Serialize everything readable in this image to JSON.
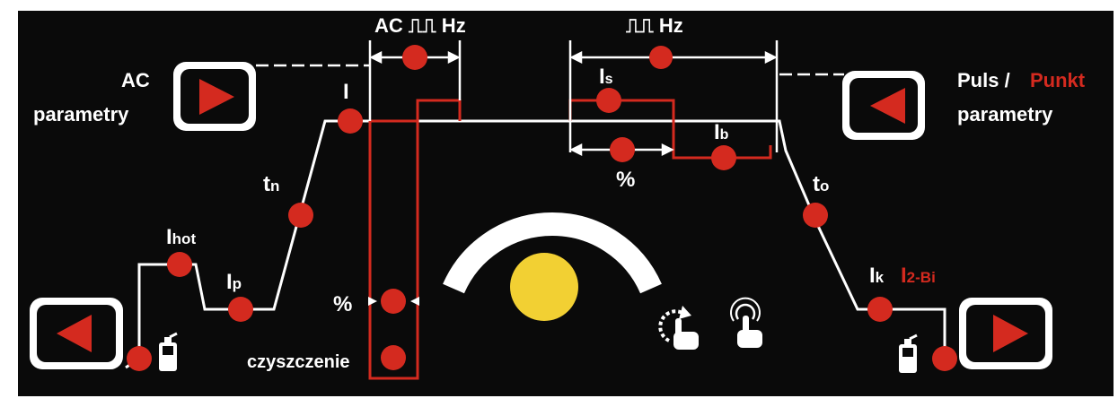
{
  "colors": {
    "background": "#0a0a0a",
    "line": "#ffffff",
    "accent": "#d42a1f",
    "encoder": "#f2d033"
  },
  "labels": {
    "ac_hz": "AC ⎍⎍ Hz",
    "puls_hz": "⎍⎍ Hz",
    "ac_params_line1": "AC",
    "ac_params_line2": "parametry",
    "puls": "Puls /",
    "punkt": "Punkt",
    "puls_params_line2": "parametry",
    "i_main": "I",
    "i_s_main": "I",
    "i_s_sub": "s",
    "i_b_main": "I",
    "i_b_sub": "b",
    "t_n_main": "t",
    "t_n_sub": "n",
    "t_o_main": "t",
    "t_o_sub": "o",
    "i_hot_main": "I",
    "i_hot_sub": "hot",
    "i_p_main": "I",
    "i_p_sub": "p",
    "i_k_main": "I",
    "i_k_sub": "k",
    "i_2bi_main": "I",
    "i_2bi_sub": "2-Bi",
    "pulse_percent": "%",
    "ac_percent": "%",
    "cleaning": "czyszczenie"
  },
  "icons": {
    "left_nav": "triangle-left-icon",
    "right_nav": "triangle-right-icon",
    "gas_left": "gas-bottle-icon",
    "gas_right": "gas-bottle-icon",
    "rotate": "rotate-hand-icon",
    "tap": "tap-hand-icon",
    "encoder": "encoder-knob-icon"
  }
}
